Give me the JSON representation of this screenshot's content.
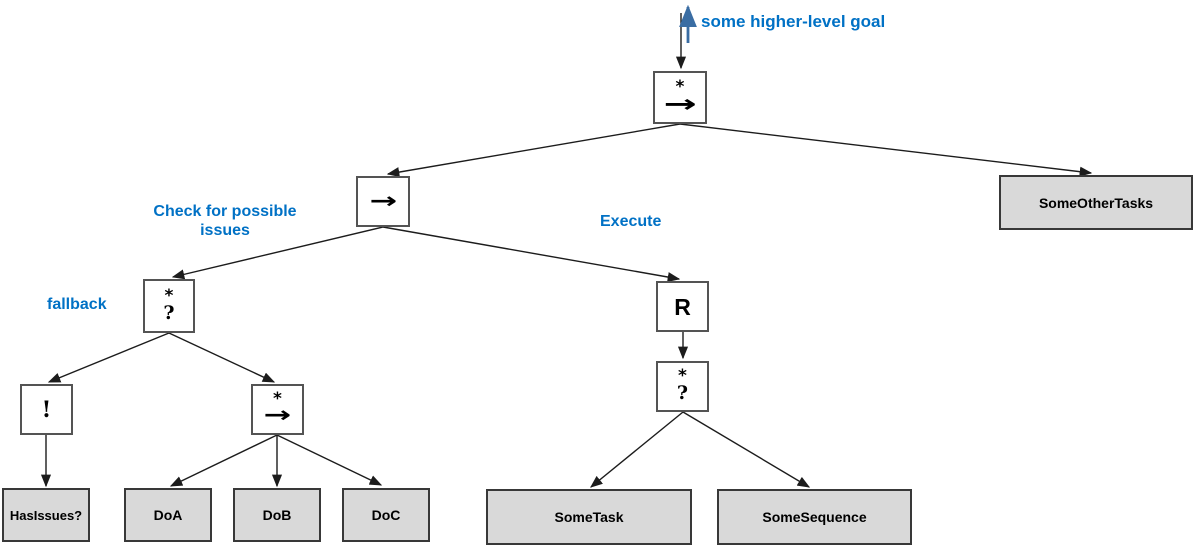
{
  "diagram": {
    "annotations": {
      "goal": "some higher-level goal",
      "check": "Check for possible issues",
      "execute": "Execute",
      "fallback": "fallback"
    },
    "control_nodes": {
      "root": {
        "star": "*",
        "arrow": "→"
      },
      "sequence": {
        "arrow": "→"
      },
      "fallback_check": {
        "star": "*",
        "question": "?"
      },
      "inverter": {
        "bang": "!"
      },
      "action_sequence": {
        "star": "*",
        "arrow": "→"
      },
      "repeater": {
        "letter": "R"
      },
      "fallback_execute": {
        "star": "*",
        "question": "?"
      }
    },
    "tasks": {
      "has_issues": "HasIssues?",
      "do_a": "DoA",
      "do_b": "DoB",
      "do_c": "DoC",
      "some_task": "SomeTask",
      "some_sequence": "SomeSequence",
      "some_other_tasks": "SomeOtherTasks"
    },
    "colors": {
      "label_blue": "#0071c5",
      "goal_arrow_blue": "#3a6da3",
      "edge_black": "#1c1c1c",
      "task_fill": "#d9d9d9",
      "node_fill": "#ffffff",
      "node_border": "#545454",
      "task_border": "#383838"
    }
  }
}
